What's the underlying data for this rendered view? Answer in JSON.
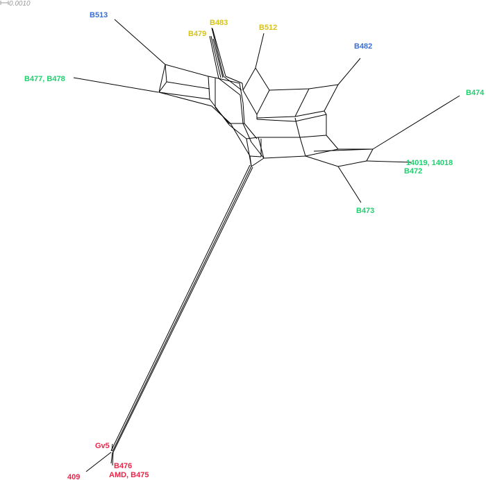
{
  "scale_bar": {
    "label": "0.0010"
  },
  "colors": {
    "blue": "#3a6fd1",
    "yellow": "#d6c21a",
    "green": "#1fcf6f",
    "red": "#e8264a",
    "edge": "#000000",
    "scale": "#9a9a9a"
  },
  "taxa": [
    {
      "id": "b513",
      "text": "B513",
      "group": "blue"
    },
    {
      "id": "b483",
      "text": "B483",
      "group": "yellow"
    },
    {
      "id": "b479",
      "text": "B479",
      "group": "yellow"
    },
    {
      "id": "b512",
      "text": "B512",
      "group": "yellow"
    },
    {
      "id": "b482",
      "text": "B482",
      "group": "blue"
    },
    {
      "id": "b477",
      "text": "B477, B478",
      "group": "green"
    },
    {
      "id": "b474",
      "text": "B474",
      "group": "green"
    },
    {
      "id": "n14019",
      "text": "14019, 14018",
      "group": "green"
    },
    {
      "id": "b472",
      "text": "B472",
      "group": "green"
    },
    {
      "id": "b473",
      "text": "B473",
      "group": "green"
    },
    {
      "id": "gv5",
      "text": "Gv5",
      "group": "red"
    },
    {
      "id": "b476",
      "text": "B476",
      "group": "red"
    },
    {
      "id": "amd",
      "text": "AMD, B475",
      "group": "red"
    },
    {
      "id": "n409",
      "text": "409",
      "group": "red"
    }
  ]
}
